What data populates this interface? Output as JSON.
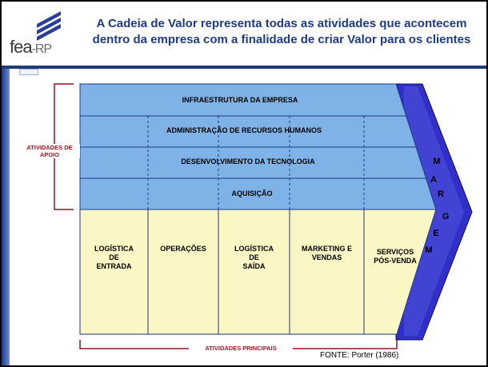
{
  "header": {
    "title_line1": "A Cadeia de Valor representa todas as atividades que acontecem",
    "title_line2": "dentro da empresa com a finalidade de criar Valor para os clientes",
    "logo_main": "fea",
    "logo_sub": "-RP"
  },
  "support_activities": {
    "group_label_line1": "ATIVIDADES DE",
    "group_label_line2": "APOIO",
    "rows": [
      "INFRAESTRUTURA DA EMPRESA",
      "ADMINISTRAÇÃO DE RECURSOS HUMANOS",
      "DESENVOLVIMENTO DA TECNOLOGIA",
      "AQUISIÇÃO"
    ]
  },
  "primary_activities": {
    "group_label": "ATIVIDADES PRINCIPAIS",
    "columns": [
      [
        "LOGÍSTICA",
        "DE",
        "ENTRADA"
      ],
      [
        "OPERAÇÕES"
      ],
      [
        "LOGÍSTICA",
        "DE",
        "SAÍDA"
      ],
      [
        "MARKETING E",
        "VENDAS"
      ],
      [
        "SERVIÇOS",
        "PÓS-VENDA"
      ]
    ]
  },
  "margin": {
    "letters": [
      "M",
      "A",
      "R",
      "G",
      "E",
      "M"
    ]
  },
  "source": "FONTE: Porter (1986)",
  "colors": {
    "support_fill": "#7fb3e8",
    "primary_fill": "#fbf7c4",
    "margin_fill": "#3030c8",
    "title_color": "#1f3a8a",
    "bracket_color": "#9a1020"
  }
}
